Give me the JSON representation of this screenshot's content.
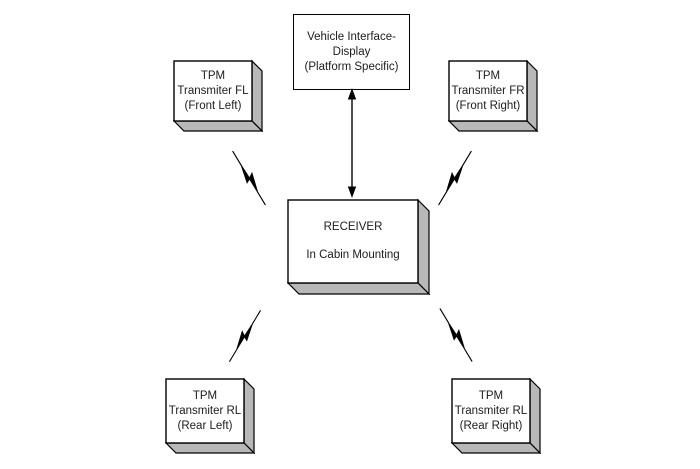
{
  "diagram": {
    "kind": "TPM (tire pressure monitor) system block diagram",
    "colors": {
      "background": "#ffffff",
      "box_face": "#ffffff",
      "box_side": "#b8b8b8",
      "outline": "#000000",
      "text": "#1c1c1c"
    },
    "nodes": {
      "vehicle_display": {
        "lines": [
          "Vehicle Interface-",
          "Display",
          "(Platform Specific)"
        ]
      },
      "tpm_front_left": {
        "lines": [
          "TPM",
          "Transmiter FL",
          "(Front Left)"
        ]
      },
      "tpm_front_right": {
        "lines": [
          "TPM",
          "Transmiter FR",
          "(Front Right)"
        ]
      },
      "receiver": {
        "title": "RECEIVER",
        "subtitle": "In Cabin Mounting"
      },
      "tpm_rear_left": {
        "lines": [
          "TPM",
          "Transmiter RL",
          "(Rear Left)"
        ]
      },
      "tpm_rear_right": {
        "lines": [
          "TPM",
          "Transmiter RL",
          "(Rear Right)"
        ]
      }
    },
    "connections": {
      "display_to_receiver": {
        "symbol": "double-headed-arrow"
      },
      "rf_links": [
        {
          "from": "tpm_front_left",
          "to": "receiver",
          "symbol": "lightning-bolt"
        },
        {
          "from": "tpm_front_right",
          "to": "receiver",
          "symbol": "lightning-bolt"
        },
        {
          "from": "tpm_rear_left",
          "to": "receiver",
          "symbol": "lightning-bolt"
        },
        {
          "from": "tpm_rear_right",
          "to": "receiver",
          "symbol": "lightning-bolt"
        }
      ]
    }
  }
}
